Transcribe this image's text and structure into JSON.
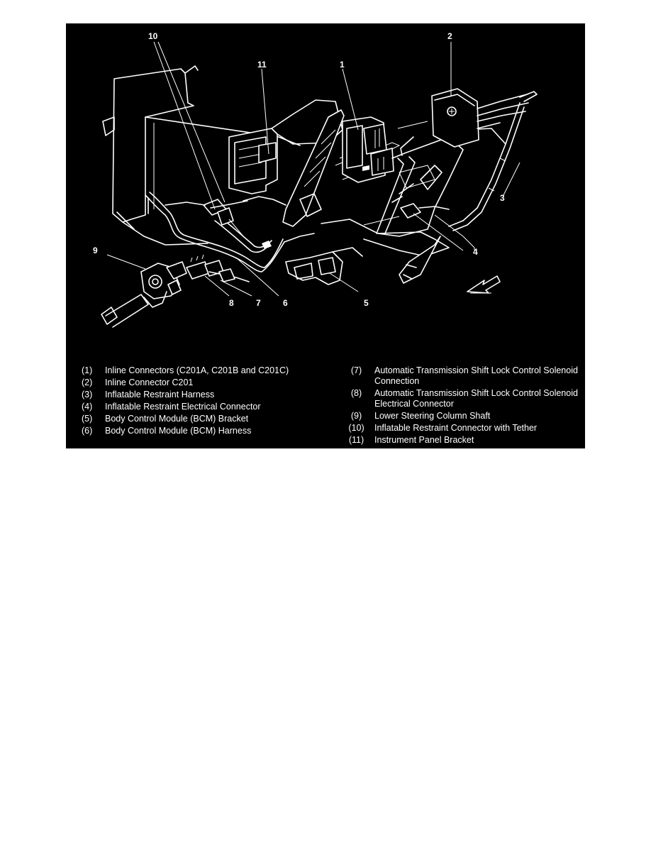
{
  "callouts": [
    "1",
    "2",
    "3",
    "4",
    "5",
    "6",
    "7",
    "8",
    "9",
    "10",
    "11"
  ],
  "legend": {
    "left": [
      {
        "num": "(1)",
        "text": "Inline Connectors (C201A, C201B and C201C)"
      },
      {
        "num": "(2)",
        "text": "Inline Connector C201"
      },
      {
        "num": "(3)",
        "text": "Inflatable Restraint Harness"
      },
      {
        "num": "(4)",
        "text": "Inflatable Restraint Electrical Connector"
      },
      {
        "num": "(5)",
        "text": "Body Control Module (BCM) Bracket"
      },
      {
        "num": "(6)",
        "text": "Body Control Module (BCM) Harness"
      }
    ],
    "right": [
      {
        "num": "(7)",
        "text": "Automatic Transmission Shift Lock Control Solenoid Connection"
      },
      {
        "num": "(8)",
        "text": "Automatic Transmission Shift Lock Control Solenoid Electrical Connector"
      },
      {
        "num": "(9)",
        "text": "Lower Steering Column Shaft"
      },
      {
        "num": "(10)",
        "text": "Inflatable Restraint Connector with Tether"
      },
      {
        "num": "(11)",
        "text": "Instrument Panel Bracket"
      }
    ]
  },
  "colors": {
    "background": "#000000",
    "line": "#ffffff",
    "page": "#ffffff"
  }
}
